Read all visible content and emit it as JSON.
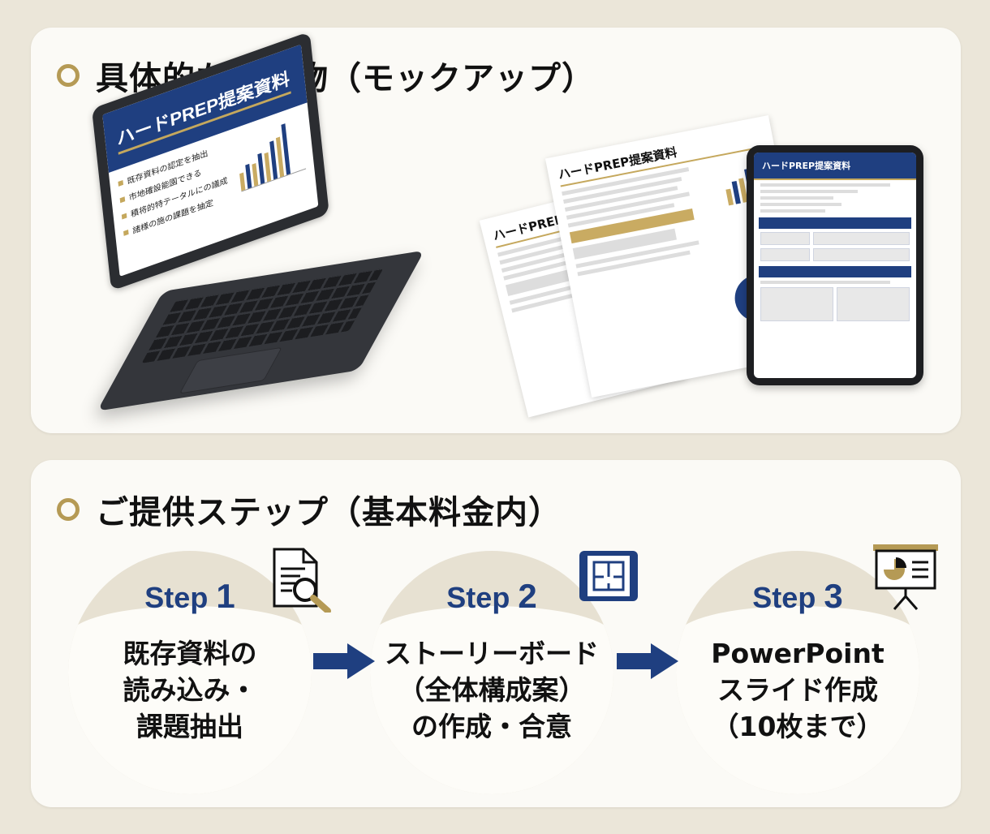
{
  "sections": {
    "deliverables_title": "具体的な納品物（モックアップ）",
    "steps_title": "ご提供ステップ（基本料金内）"
  },
  "mockup": {
    "slide_title": "ハードPREP提案資料",
    "laptop_bullets": [
      "既存資料の認定を抽出",
      "市地確設能園できる",
      "積将的特テータルにの議成",
      "諸様の施の課題を抽定"
    ]
  },
  "steps": [
    {
      "label": "Step",
      "number": "1",
      "text_lines": [
        "既存資料の",
        "読み込み・",
        "課題抽出"
      ],
      "icon": "document-search-icon"
    },
    {
      "label": "Step",
      "number": "2",
      "text_lines": [
        "ストーリーボード",
        "（全体構成案）",
        "の作成・合意"
      ],
      "icon": "blueprint-icon"
    },
    {
      "label": "Step",
      "number": "3",
      "text_lines": [
        "PowerPoint",
        "スライド作成",
        "（10枚まで）"
      ],
      "icon": "presentation-board-icon"
    }
  ],
  "colors": {
    "navy": "#1f3f80",
    "gold": "#b59a55",
    "background": "#ebe6d9",
    "panel": "#fbfaf6"
  }
}
